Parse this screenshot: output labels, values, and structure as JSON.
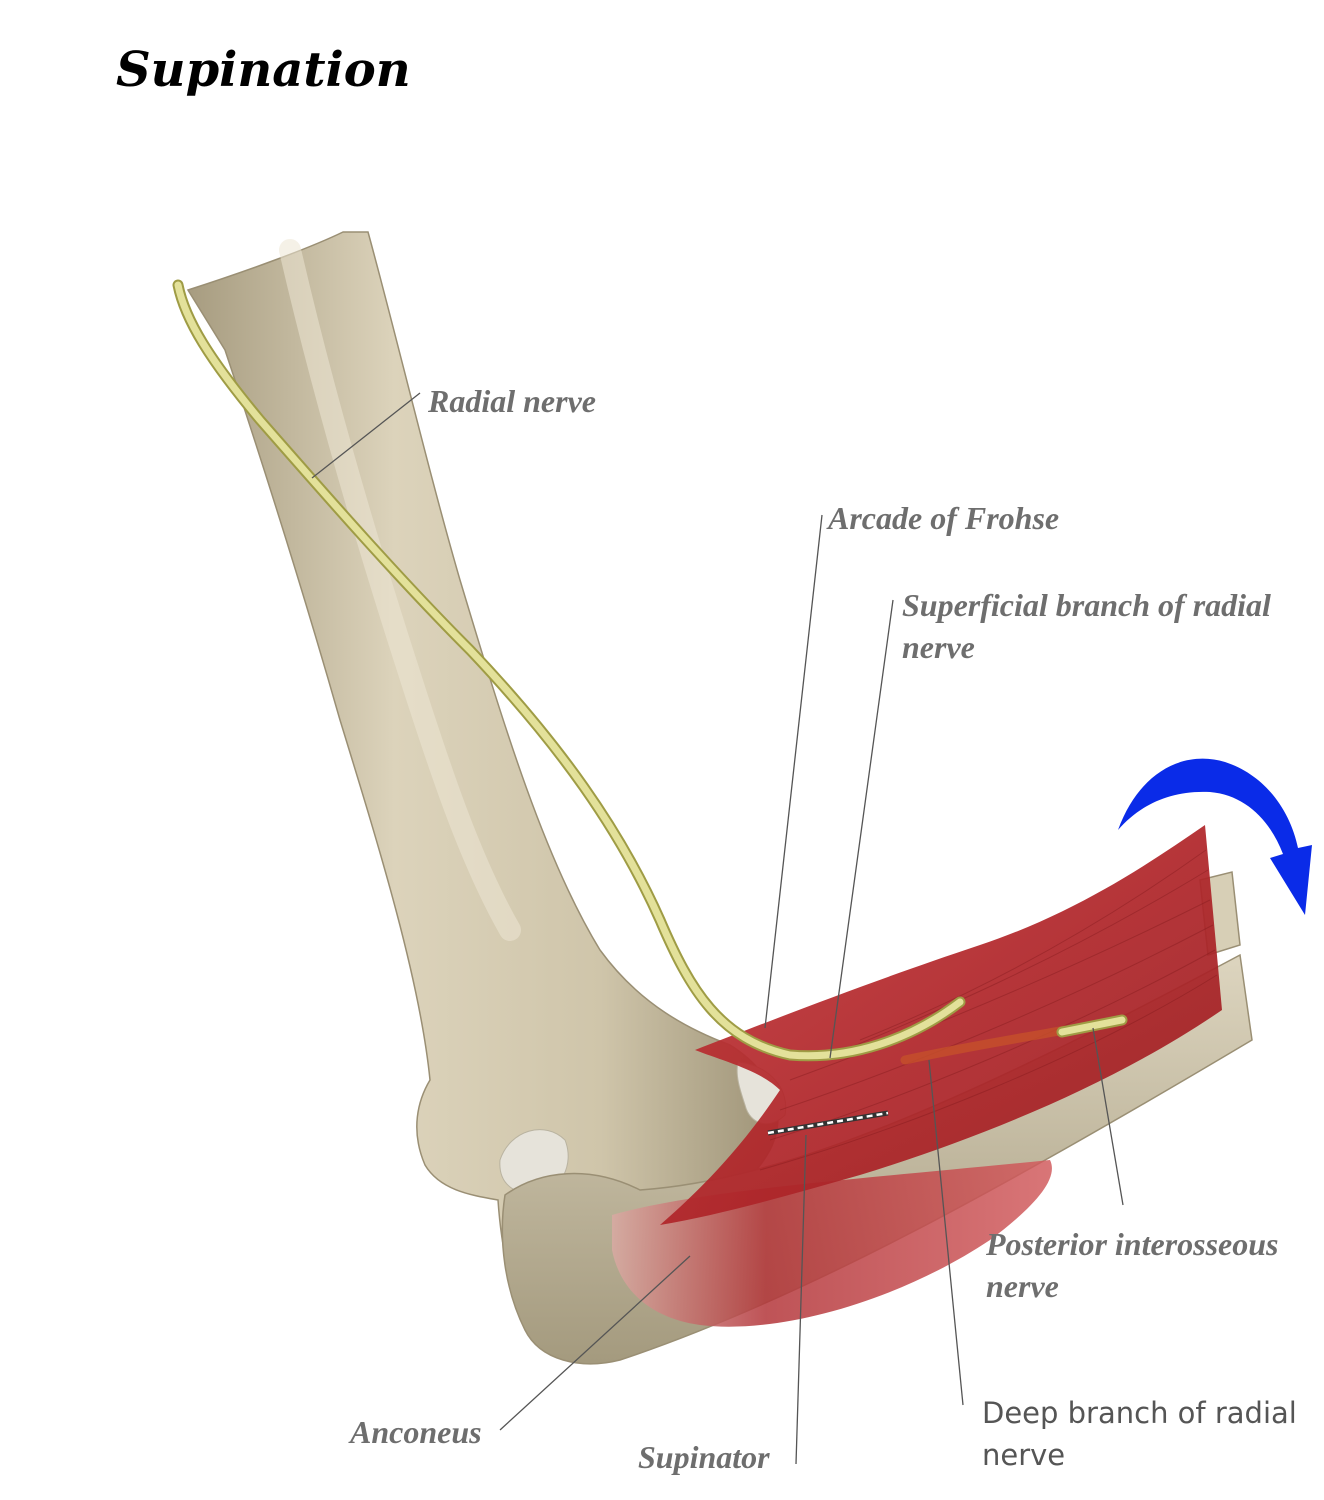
{
  "title": "Supination",
  "labels": {
    "radial_nerve": "Radial nerve",
    "arcade_of_frohse": "Arcade of Frohse",
    "superficial_branch": [
      "Superficial branch of radial",
      "nerve"
    ],
    "posterior_interosseous": [
      "Posterior interosseous",
      "nerve"
    ],
    "deep_branch": [
      "Deep branch of radial",
      "nerve"
    ],
    "anconeus": "Anconeus",
    "supinator": "Supinator"
  },
  "colors": {
    "bone": "#cdc2a6",
    "bone_shadow": "#9a8f74",
    "cartilage": "#e4e1d8",
    "muscle": "#b5272a",
    "muscle_dark": "#8f1c1f",
    "nerve": "#dedd8a",
    "nerve_outline": "#9f9c45",
    "arrow": "#0a2be8",
    "leader_line": "#555555",
    "label_text": "#6e6e6e"
  }
}
